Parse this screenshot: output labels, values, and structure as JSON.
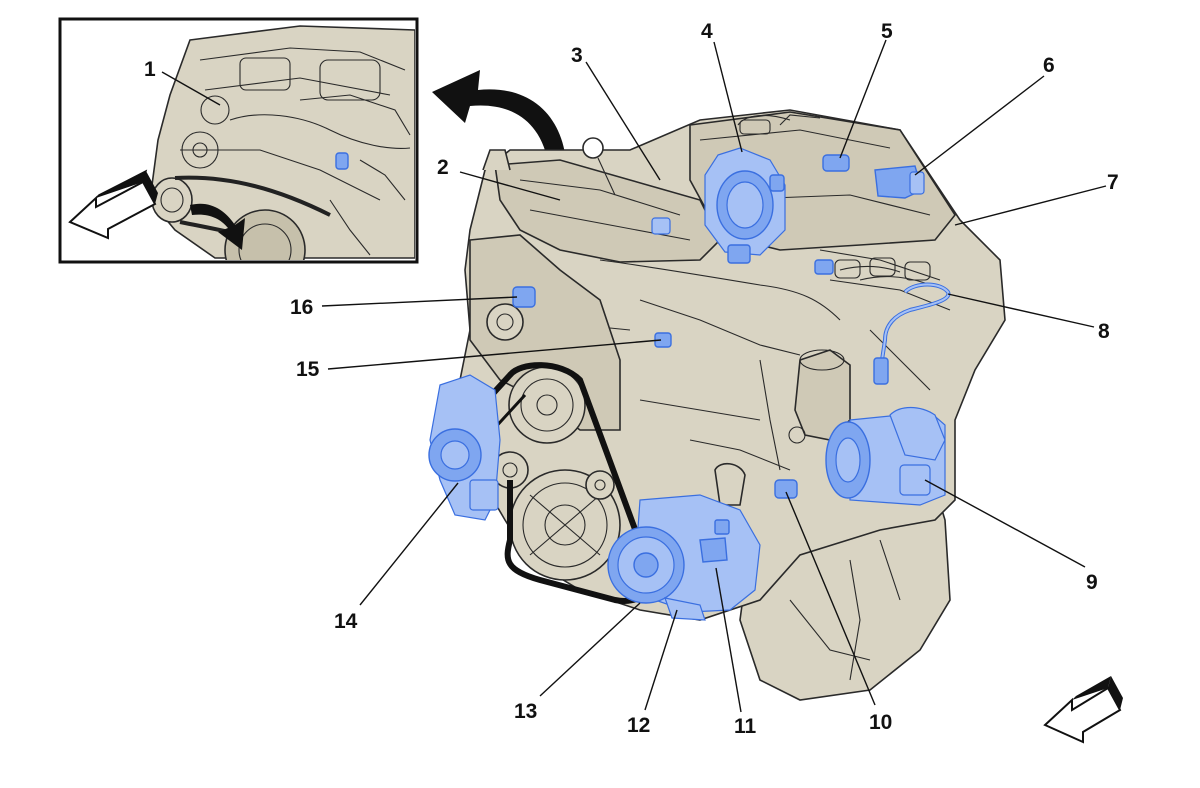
{
  "colors": {
    "engine_fill": "#d9d4c3",
    "engine_shade": "#c6c0ab",
    "highlight_blue": "#7fa6f0",
    "highlight_outline": "#3a6fe0",
    "line": "#111111",
    "background": "#ffffff"
  },
  "callouts": [
    {
      "id": "1",
      "label": "1"
    },
    {
      "id": "2",
      "label": "2"
    },
    {
      "id": "3",
      "label": "3"
    },
    {
      "id": "4",
      "label": "4"
    },
    {
      "id": "5",
      "label": "5"
    },
    {
      "id": "6",
      "label": "6"
    },
    {
      "id": "7",
      "label": "7"
    },
    {
      "id": "8",
      "label": "8"
    },
    {
      "id": "9",
      "label": "9"
    },
    {
      "id": "10",
      "label": "10"
    },
    {
      "id": "11",
      "label": "11"
    },
    {
      "id": "12",
      "label": "12"
    },
    {
      "id": "13",
      "label": "13"
    },
    {
      "id": "14",
      "label": "14"
    },
    {
      "id": "15",
      "label": "15"
    },
    {
      "id": "16",
      "label": "16"
    }
  ],
  "icons": {
    "inset_direction": "direction-arrow-icon",
    "main_direction": "direction-arrow-icon",
    "rotate_view": "curved-arrow-icon"
  }
}
